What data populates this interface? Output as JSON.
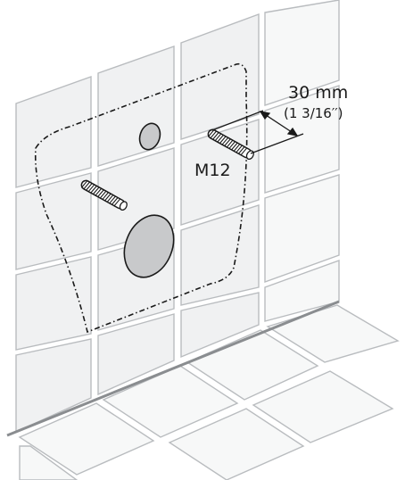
{
  "labels": {
    "dimension_mm": "30 mm",
    "dimension_in": "(1 3/16′′)",
    "thread": "M12"
  },
  "colors": {
    "background": "#ffffff",
    "tile_fill": "#f0f1f2",
    "tile_stroke": "#b9bcbf",
    "line": "#1a1a1a",
    "hole_fill": "#c8c9cb",
    "floor_line": "#8a8d90"
  },
  "icons": [
    "threaded-stud",
    "mounting-outline",
    "pipe-hole"
  ]
}
